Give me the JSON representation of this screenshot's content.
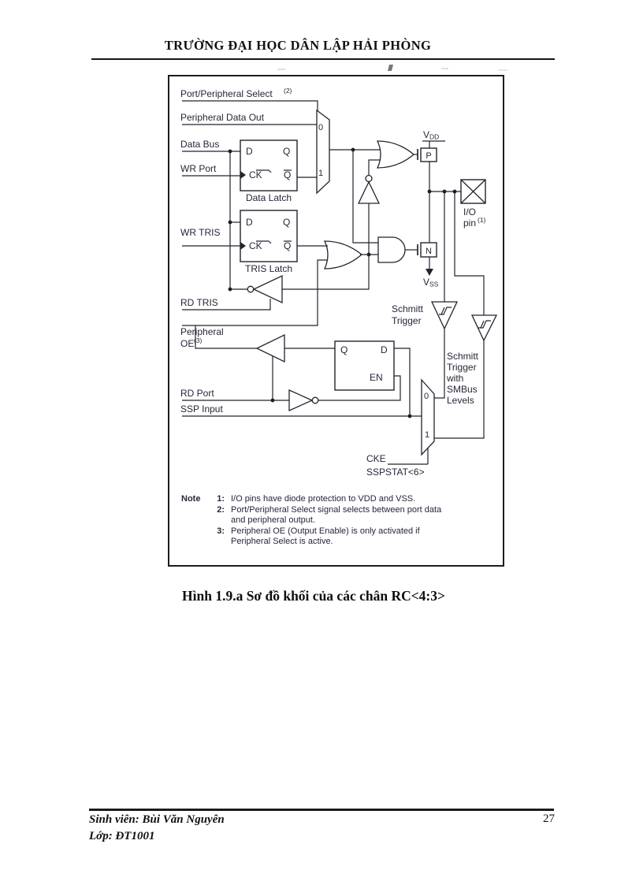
{
  "page": {
    "header_title": "TRƯỜNG ĐẠI HỌC DÂN LẬP HẢI PHÒNG",
    "caption": "Hình 1.9.a Sơ đồ khối của các chân RC<4:3>",
    "footer": {
      "student": "Sinh viên: Bùi Văn Nguyên",
      "class": "Lớp: ĐT1001",
      "page_number": "27"
    }
  },
  "diagram": {
    "signals": {
      "pps": "Port/Peripheral Select",
      "pps_sup": "(2)",
      "pdo": "Peripheral Data Out",
      "data_bus": "Data Bus",
      "wr_port": "WR Port",
      "wr_tris": "WR TRIS",
      "rd_tris": "RD TRIS",
      "peripheral": "Peripheral",
      "oe": "OE",
      "oe_sup": "(3)",
      "rd_port": "RD Port",
      "ssp_input": "SSP Input",
      "cke": "CKE",
      "sspstat": "SSPSTAT<6>"
    },
    "latch": {
      "d": "D",
      "q": "Q",
      "ck": "CK",
      "qbar": "Q",
      "en": "EN",
      "data_latch": "Data Latch",
      "tris_latch": "TRIS Latch"
    },
    "mux": {
      "in0": "0",
      "in1": "1"
    },
    "power": {
      "vdd": "V",
      "vdd_sub": "DD",
      "vss": "V",
      "vss_sub": "SS"
    },
    "fets": {
      "p": "P",
      "n": "N"
    },
    "io": {
      "line1": "I/O",
      "pin": "pin",
      "pin_sup": "(1)"
    },
    "schmitt1": [
      "Schmitt",
      "Trigger"
    ],
    "schmitt2": [
      "Schmitt",
      "Trigger",
      "with",
      "SMBus",
      "Levels"
    ],
    "notes": {
      "label": "Note",
      "rows": [
        {
          "num": "1:",
          "text": "I/O pins have diode protection to VDD and VSS."
        },
        {
          "num": "2:",
          "text": "Port/Peripheral Select signal selects between port data"
        },
        {
          "num": "",
          "text": "and peripheral output."
        },
        {
          "num": "3:",
          "text": "Peripheral OE (Output Enable) is only activated if"
        },
        {
          "num": "",
          "text": "Peripheral Select is active."
        }
      ]
    }
  }
}
